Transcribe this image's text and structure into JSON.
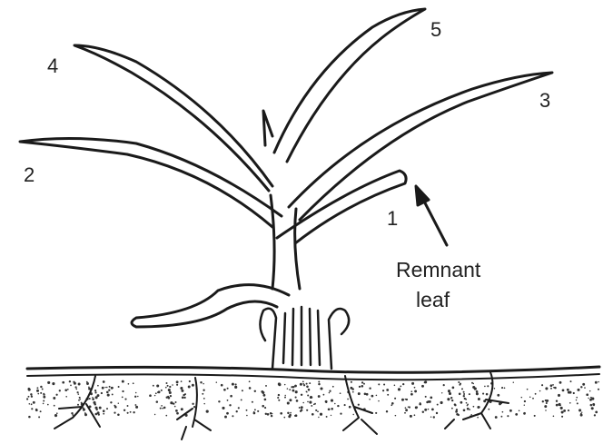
{
  "figure": {
    "leaf_labels": [
      "1",
      "2",
      "3",
      "4",
      "5"
    ],
    "annotation": {
      "line1": "Remnant",
      "line2": "leaf",
      "points_to_leaf": "1"
    },
    "colors": {
      "ink": "#1a1a1a",
      "soil_dots": "#333333",
      "background": "#ffffff"
    }
  }
}
